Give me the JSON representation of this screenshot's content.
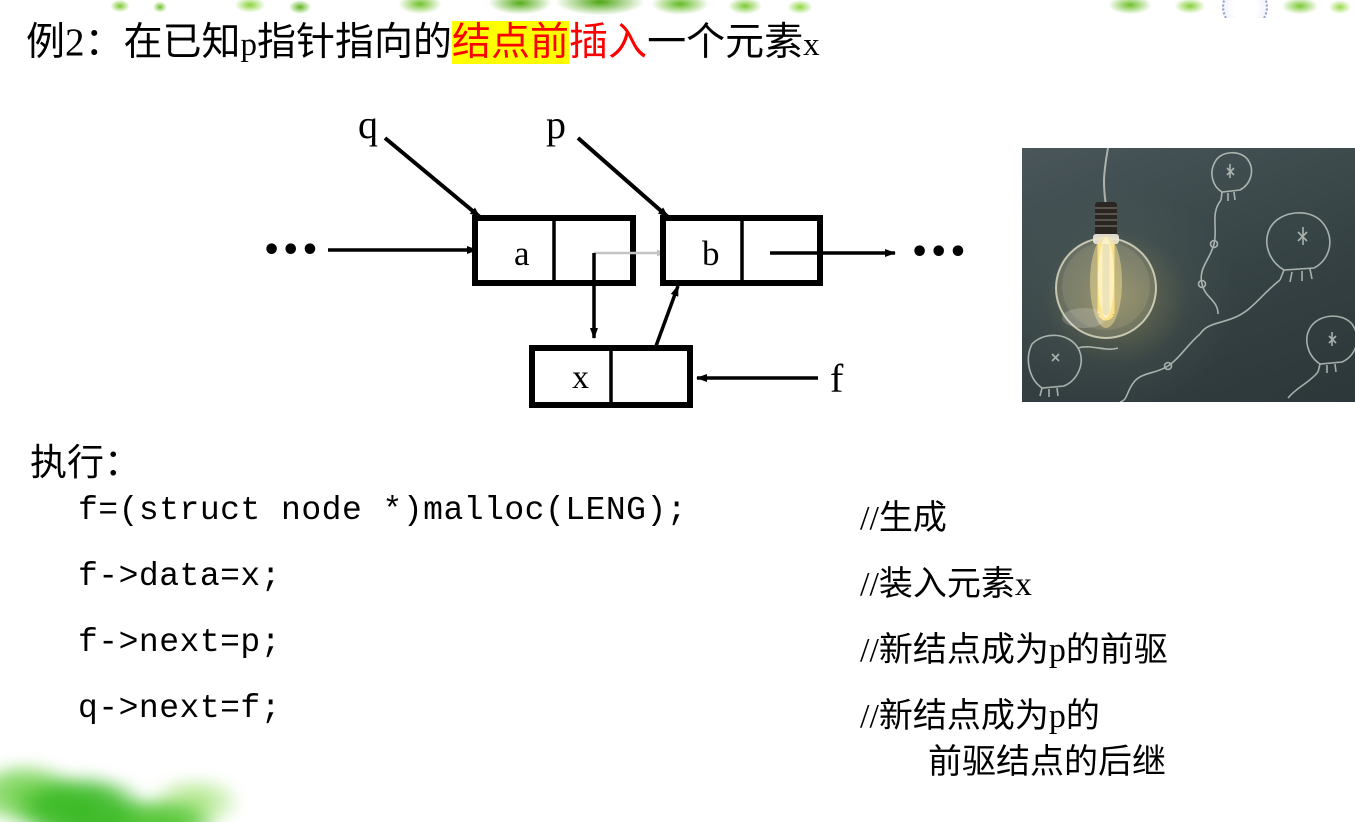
{
  "slide": {
    "title_parts": [
      {
        "text": "例2：在已知",
        "style": "plain"
      },
      {
        "text": "p",
        "style": "latin"
      },
      {
        "text": "指针指向的",
        "style": "plain"
      },
      {
        "text": "结点前",
        "style": "highlight"
      },
      {
        "text": "插入",
        "style": "red"
      },
      {
        "text": "一个元素",
        "style": "plain"
      },
      {
        "text": "x",
        "style": "latin"
      }
    ],
    "title_full": "例2：在已知p指针指向的结点前插入一个元素x",
    "exec_label": "执行："
  },
  "colors": {
    "highlight_background": "#ffff00",
    "highlight_text": "#ff0000",
    "emphasis_text": "#ff0000",
    "body_text": "#000000",
    "page_background": "#ffffff",
    "diagram_stroke": "#000000",
    "old_link_stroke": "#c0c0c0",
    "deco_green": "#4ea713"
  },
  "diagram": {
    "pointer_labels": [
      {
        "name": "q",
        "text": "q"
      },
      {
        "name": "p",
        "text": "p"
      },
      {
        "name": "f",
        "text": "f"
      }
    ],
    "ellipsis_left": "•••",
    "ellipsis_right": "•••",
    "nodes": [
      {
        "name": "node-a",
        "data": "a"
      },
      {
        "name": "node-b",
        "data": "b"
      },
      {
        "name": "node-x",
        "data": "x"
      }
    ]
  },
  "code": {
    "lines": [
      {
        "code": "f=(struct node *)malloc(LENG);",
        "comment": "//生成",
        "comment2": ""
      },
      {
        "code": "f->data=x;",
        "comment": "//装入元素x",
        "comment2": ""
      },
      {
        "code": "f->next=p;",
        "comment": "//新结点成为p的前驱",
        "comment2": ""
      },
      {
        "code": "q->next=f;",
        "comment": "//新结点成为p的",
        "comment2": "前驱结点的后继"
      }
    ]
  },
  "picture": {
    "name": "lightbulb-photo",
    "alt": "Glowing incandescent lightbulb hanging against a dark chalkboard with chalk-drawn bulbs and wires"
  }
}
